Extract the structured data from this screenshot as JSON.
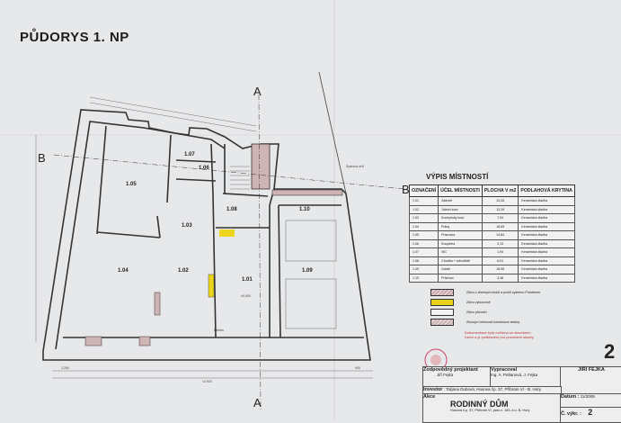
{
  "title": "PŮDORYS 1. NP",
  "sections": {
    "a": "A",
    "b": "B"
  },
  "plan": {
    "rooms": [
      "1.01",
      "1.02",
      "1.03",
      "1.04",
      "1.05",
      "1.06",
      "1.07",
      "1.08",
      "1.09",
      "1.10"
    ],
    "labels": {
      "overall_dim": "14.920",
      "left_dim": "2.260",
      "right_dim": "900",
      "elektro": "Elektro",
      "level": "±0,000",
      "spojka": "Spárová zeď"
    }
  },
  "room_table": {
    "title": "VÝPIS MÍSTNOSTÍ",
    "headers": [
      "OZNAČENÍ",
      "ÚČEL MÍSTNOSTI",
      "PLOCHA V m2",
      "PODLAHOVÁ KRYTINA"
    ],
    "rows": [
      [
        "1.01",
        "Zádveří",
        "13,26",
        "Keramická dlažba"
      ],
      [
        "1.02",
        "Jídelní kout",
        "13,39",
        "Keramická dlažba"
      ],
      [
        "1.03",
        "Kuchyňský kout",
        "7,94",
        "Keramická dlažba"
      ],
      [
        "1.04",
        "Pokoj",
        "18,69",
        "Keramická dlažba"
      ],
      [
        "1.05",
        "Pracovna",
        "14,84",
        "Keramická dlažba"
      ],
      [
        "1.06",
        "Koupelna",
        "3,13",
        "Keramická dlažba"
      ],
      [
        "1.07",
        "WC",
        "1,94",
        "Keramická dlažba"
      ],
      [
        "1.08",
        "Chodba + schodiště",
        "6,01",
        "Keramická dlažba"
      ],
      [
        "1.09",
        "Garáž",
        "18,96",
        "Keramická dlažba"
      ],
      [
        "1.10",
        "Průchod",
        "3,48",
        "Keramická dlažba"
      ]
    ]
  },
  "legend": [
    {
      "label": "Zdivo z cihelných bloků a prvků systému Porotherm",
      "color": "#c9a9a9"
    },
    {
      "label": "Zdivo vybourané",
      "color": "#e8d21c"
    },
    {
      "label": "Zdivo původní",
      "color": "#f4f4f4"
    },
    {
      "label": "Ztužující betonové konstrukce stavby",
      "color": "#cdb3b3"
    }
  ],
  "stamp": {
    "text": "Dokumentace byla ověřena ve stavebním řízení a je podkladem pro provedení stavby"
  },
  "sheet_number": "2",
  "title_block": {
    "designer_label": "Zodpovědný projektant",
    "designer": "Jiří Fejka",
    "drawn_label": "Vypracoval",
    "drawn": "Ing. A. Peltanová, J. Fejka",
    "company": "JIŘÍ FEJKA",
    "investor_label": "Investor",
    "investor": "Taťjana Dubová, Husova čp. 37, Příbram VI - B. Hory",
    "action_label": "Akce",
    "project": "RODINNÝ DŮM",
    "address": "Husova č.p. 37, Příbram VI, parc.č. 183, k.ú. B. Hory",
    "date_label": "Datum :",
    "date": "11/2009",
    "drawing_no_label": "Č. výkr. :",
    "drawing_no": "2"
  }
}
